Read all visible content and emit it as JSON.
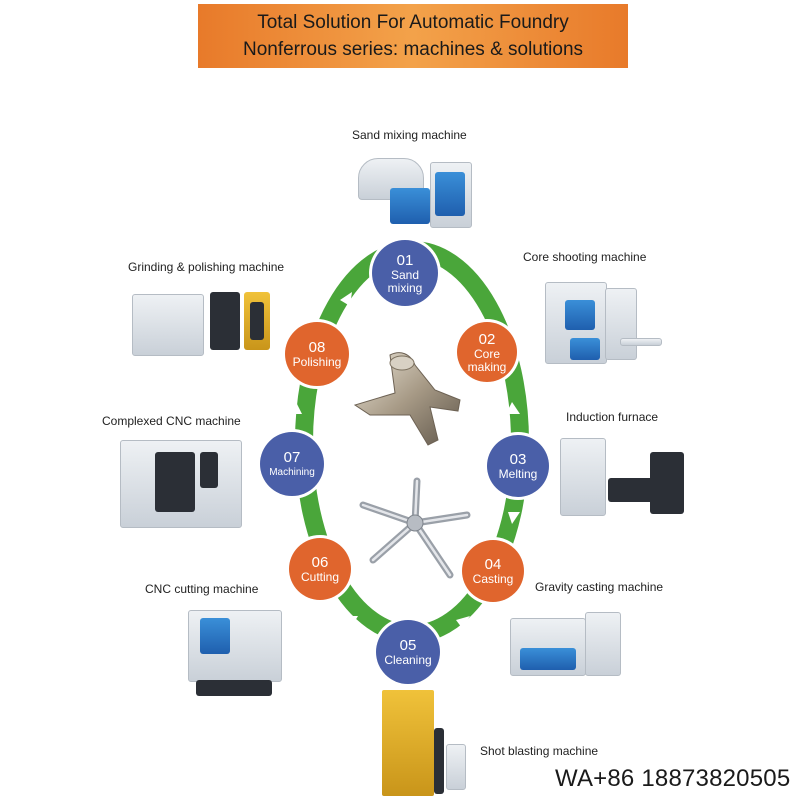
{
  "banner": {
    "line1": "Total Solution For Automatic Foundry",
    "line2": "Nonferrous series: machines & solutions"
  },
  "colors": {
    "banner": "#e87a2a",
    "ring": "#4aa63a",
    "step_blue": "#4a5fa8",
    "step_orange": "#e0652d"
  },
  "steps": [
    {
      "num": "01",
      "label": "Sand mixing",
      "color": "blue"
    },
    {
      "num": "02",
      "label": "Core making",
      "color": "orange"
    },
    {
      "num": "03",
      "label": "Melting",
      "color": "blue"
    },
    {
      "num": "04",
      "label": "Casting",
      "color": "orange"
    },
    {
      "num": "05",
      "label": "Cleaning",
      "color": "blue"
    },
    {
      "num": "06",
      "label": "Cutting",
      "color": "orange"
    },
    {
      "num": "07",
      "label": "Machining",
      "color": "blue"
    },
    {
      "num": "08",
      "label": "Polishing",
      "color": "orange"
    }
  ],
  "machines": {
    "sand_mixing": "Sand mixing machine",
    "core_shooting": "Core shooting machine",
    "induction": "Induction furnace",
    "gravity": "Gravity casting machine",
    "shot_blasting": "Shot blasting machine",
    "cnc_cutting": "CNC cutting machine",
    "complexed_cnc": "Complexed CNC machine",
    "grinding": "Grinding & polishing machine"
  },
  "contact": "WA+86 18873820505"
}
